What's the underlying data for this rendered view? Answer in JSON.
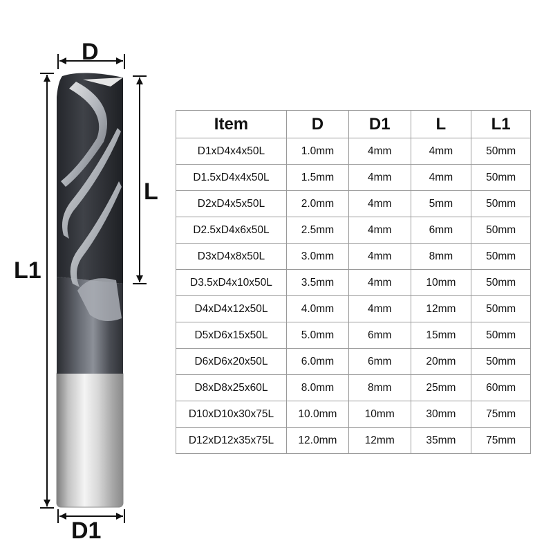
{
  "diagram": {
    "labels": {
      "d": "D",
      "l": "L",
      "l1": "L1",
      "d1": "D1"
    },
    "colors": {
      "coating_dark": "#3a3d44",
      "shank_light": "#d9d9d9",
      "dimension_line": "#111111"
    }
  },
  "table": {
    "headers": [
      "Item",
      "D",
      "D1",
      "L",
      "L1"
    ],
    "rows": [
      [
        "D1xD4x4x50L",
        "1.0mm",
        "4mm",
        "4mm",
        "50mm"
      ],
      [
        "D1.5xD4x4x50L",
        "1.5mm",
        "4mm",
        "4mm",
        "50mm"
      ],
      [
        "D2xD4x5x50L",
        "2.0mm",
        "4mm",
        "5mm",
        "50mm"
      ],
      [
        "D2.5xD4x6x50L",
        "2.5mm",
        "4mm",
        "6mm",
        "50mm"
      ],
      [
        "D3xD4x8x50L",
        "3.0mm",
        "4mm",
        "8mm",
        "50mm"
      ],
      [
        "D3.5xD4x10x50L",
        "3.5mm",
        "4mm",
        "10mm",
        "50mm"
      ],
      [
        "D4xD4x12x50L",
        "4.0mm",
        "4mm",
        "12mm",
        "50mm"
      ],
      [
        "D5xD6x15x50L",
        "5.0mm",
        "6mm",
        "15mm",
        "50mm"
      ],
      [
        "D6xD6x20x50L",
        "6.0mm",
        "6mm",
        "20mm",
        "50mm"
      ],
      [
        "D8xD8x25x60L",
        "8.0mm",
        "8mm",
        "25mm",
        "60mm"
      ],
      [
        "D10xD10x30x75L",
        "10.0mm",
        "10mm",
        "30mm",
        "75mm"
      ],
      [
        "D12xD12x35x75L",
        "12.0mm",
        "12mm",
        "35mm",
        "75mm"
      ]
    ]
  }
}
